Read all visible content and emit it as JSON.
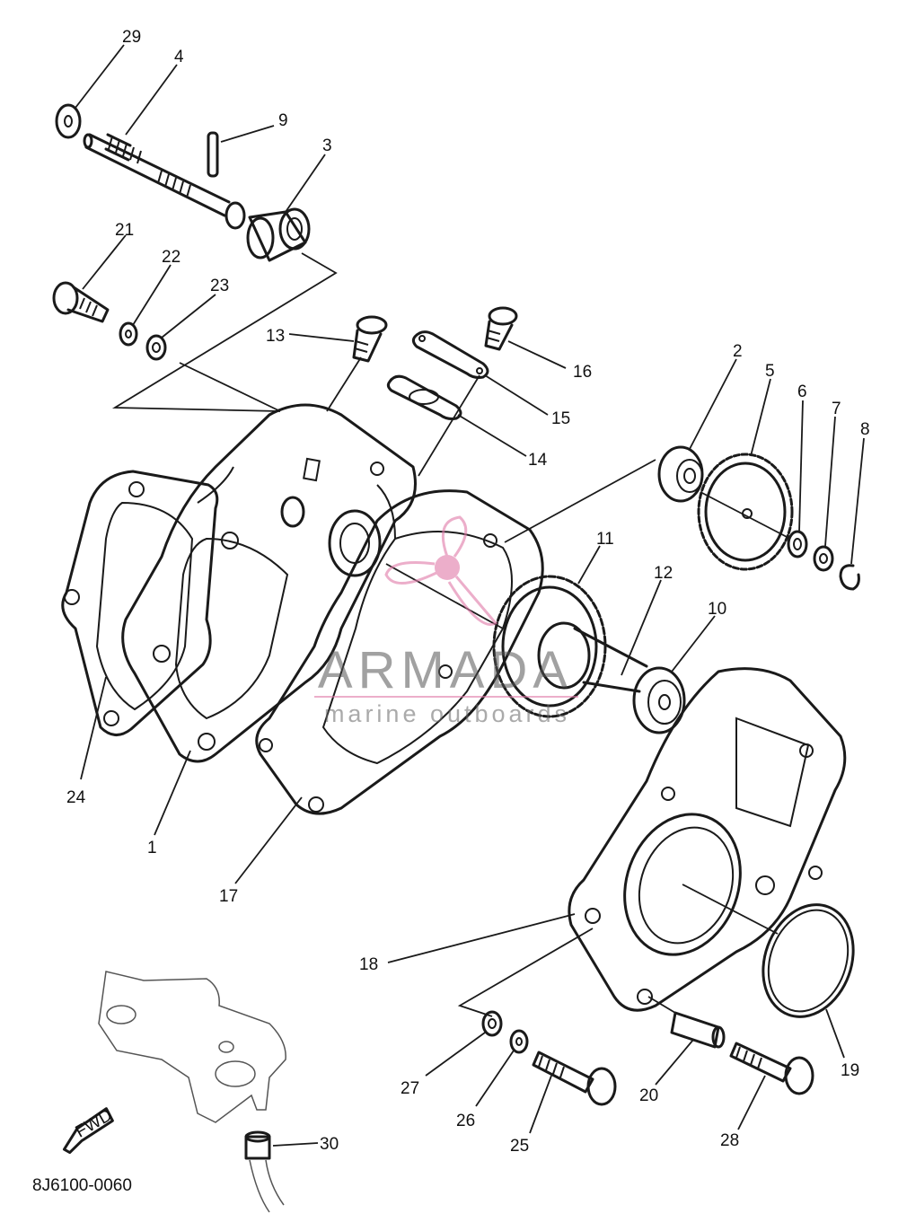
{
  "callouts": [
    {
      "id": "29",
      "label": "29"
    },
    {
      "id": "4",
      "label": "4"
    },
    {
      "id": "9",
      "label": "9"
    },
    {
      "id": "3",
      "label": "3"
    },
    {
      "id": "21",
      "label": "21"
    },
    {
      "id": "22",
      "label": "22"
    },
    {
      "id": "23",
      "label": "23"
    },
    {
      "id": "13",
      "label": "13"
    },
    {
      "id": "16",
      "label": "16"
    },
    {
      "id": "15",
      "label": "15"
    },
    {
      "id": "14",
      "label": "14"
    },
    {
      "id": "2",
      "label": "2"
    },
    {
      "id": "5",
      "label": "5"
    },
    {
      "id": "6",
      "label": "6"
    },
    {
      "id": "7",
      "label": "7"
    },
    {
      "id": "8",
      "label": "8"
    },
    {
      "id": "11",
      "label": "11"
    },
    {
      "id": "12",
      "label": "12"
    },
    {
      "id": "10",
      "label": "10"
    },
    {
      "id": "24",
      "label": "24"
    },
    {
      "id": "1",
      "label": "1"
    },
    {
      "id": "17",
      "label": "17"
    },
    {
      "id": "18",
      "label": "18"
    },
    {
      "id": "19",
      "label": "19"
    },
    {
      "id": "27",
      "label": "27"
    },
    {
      "id": "26",
      "label": "26"
    },
    {
      "id": "25",
      "label": "25"
    },
    {
      "id": "20",
      "label": "20"
    },
    {
      "id": "28",
      "label": "28"
    },
    {
      "id": "30",
      "label": "30"
    }
  ],
  "fwd_label": "FWD",
  "diagram_code": "8J6100-0060",
  "watermark": {
    "title": "ARMADA",
    "subtitle": "marine outboards",
    "color": "#e07aa8"
  }
}
